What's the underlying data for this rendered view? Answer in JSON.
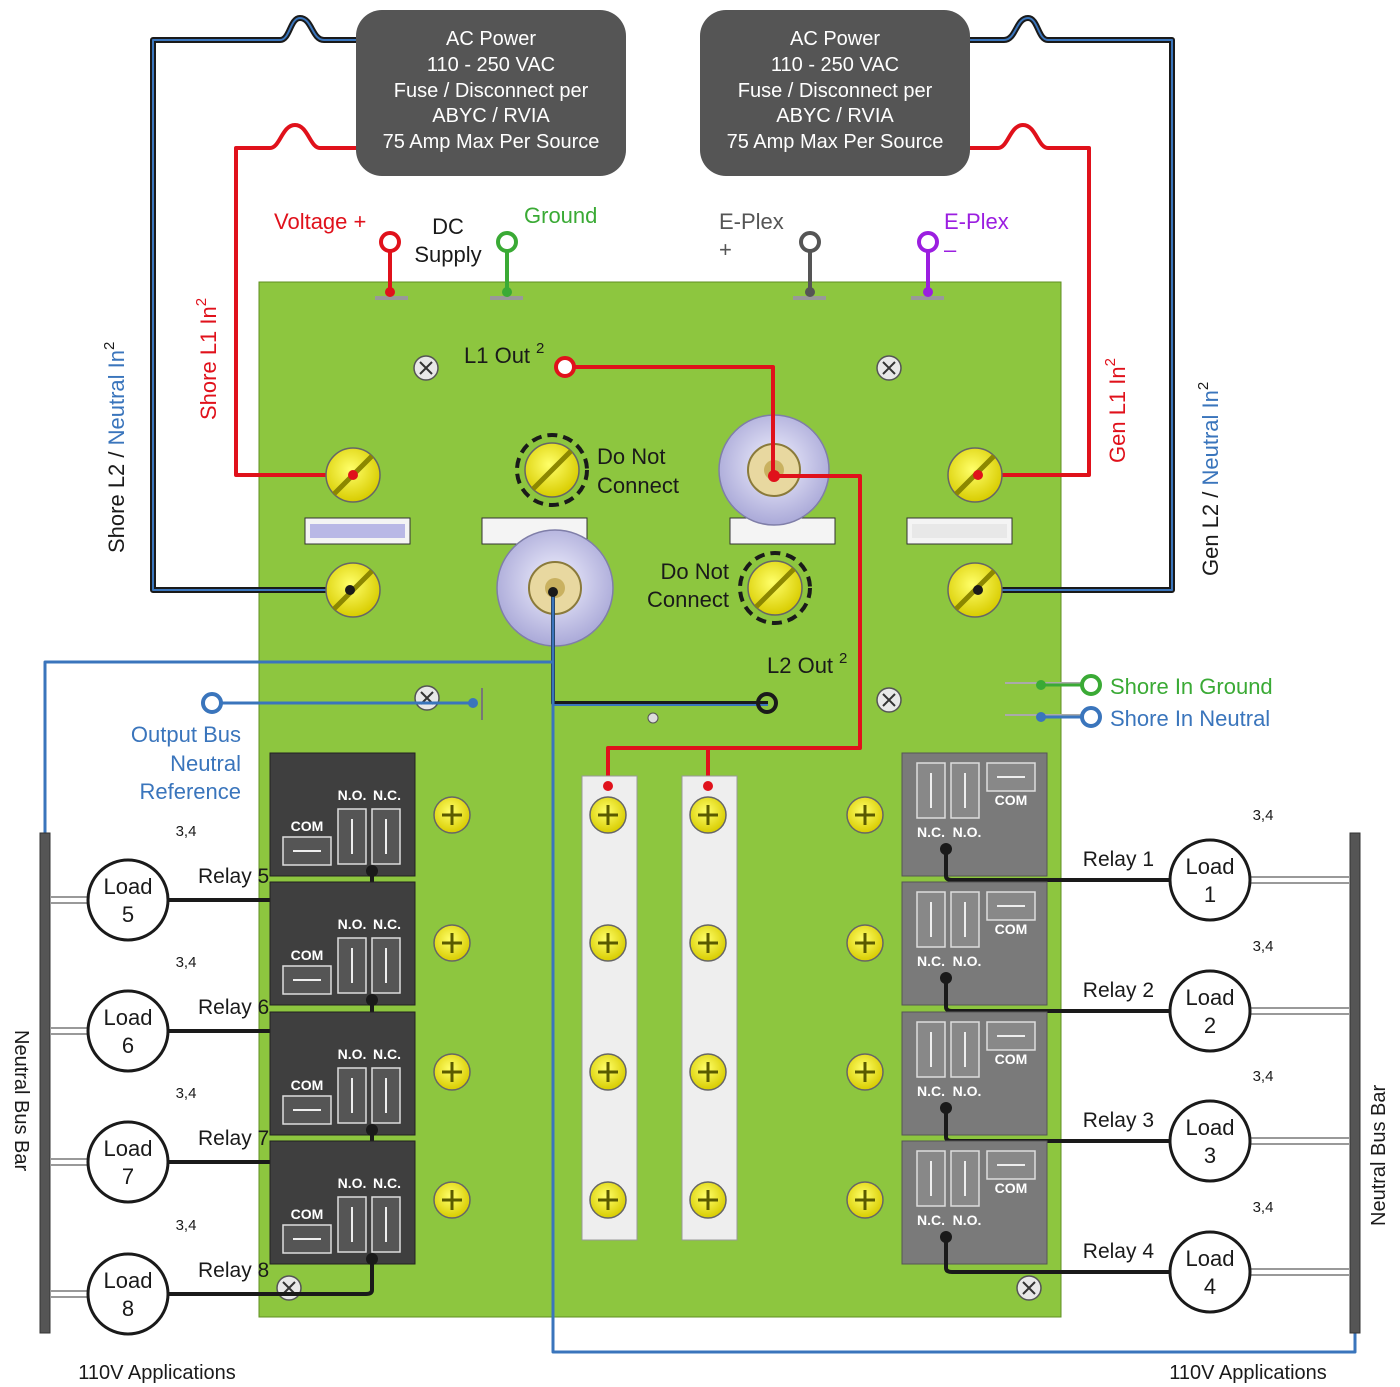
{
  "power_boxes": [
    {
      "lines": [
        "AC Power",
        "110 - 250 VAC",
        "Fuse / Disconnect per",
        "ABYC / RVIA",
        "75 Amp Max Per Source"
      ]
    },
    {
      "lines": [
        "AC Power",
        "110 - 250 VAC",
        "Fuse / Disconnect per",
        "ABYC / RVIA",
        "75 Amp Max Per Source"
      ]
    }
  ],
  "terminals": {
    "voltage_plus": "Voltage +",
    "dc_supply_1": "DC",
    "dc_supply_2": "Supply",
    "ground": "Ground",
    "eplex_plus_1": "E-Plex",
    "eplex_plus_2": "+",
    "eplex_minus_1": "E-Plex",
    "eplex_minus_2": "–"
  },
  "inputs": {
    "shore_l1": "Shore L1 In",
    "shore_l2": "Shore L2 / ",
    "shore_neutral": "Neutral In",
    "gen_l1": "Gen L1 In",
    "gen_l2": "Gen L2 / ",
    "gen_neutral": "Neutral In",
    "sup": "2"
  },
  "outputs": {
    "l1_out": "L1 Out",
    "l2_out": "L2 Out",
    "sup": "2",
    "do_not_1": "Do Not",
    "do_not_2": "Connect"
  },
  "shore_refs": {
    "ground": "Shore In Ground",
    "neutral": "Shore In Neutral"
  },
  "output_bus": [
    "Output Bus",
    "Neutral",
    "Reference"
  ],
  "relay_terms": {
    "com": "COM",
    "no": "N.O.",
    "nc": "N.C."
  },
  "relays_right": [
    {
      "relay": "Relay 1",
      "load": "Load",
      "num": "1",
      "note": "3,4"
    },
    {
      "relay": "Relay 2",
      "load": "Load",
      "num": "2",
      "note": "3,4"
    },
    {
      "relay": "Relay 3",
      "load": "Load",
      "num": "3",
      "note": "3,4"
    },
    {
      "relay": "Relay 4",
      "load": "Load",
      "num": "4",
      "note": "3,4"
    }
  ],
  "relays_left": [
    {
      "relay": "Relay 5",
      "load": "Load",
      "num": "5",
      "note": "3,4"
    },
    {
      "relay": "Relay 6",
      "load": "Load",
      "num": "6",
      "note": "3,4"
    },
    {
      "relay": "Relay 7",
      "load": "Load",
      "num": "7",
      "note": "3,4"
    },
    {
      "relay": "Relay 8",
      "load": "Load",
      "num": "8",
      "note": "3,4"
    }
  ],
  "bus_bar": "Neutral Bus Bar",
  "applications": "110V Applications",
  "colors": {
    "board": "#8dc63f",
    "red": "#e0111b",
    "blue": "#3a75bc",
    "black": "#1a1a1a",
    "green": "#3aaa35",
    "gray": "#555555",
    "purple": "#9b1ee0",
    "yellow": "#f3ea0b",
    "relay": "#3f3f3f"
  }
}
